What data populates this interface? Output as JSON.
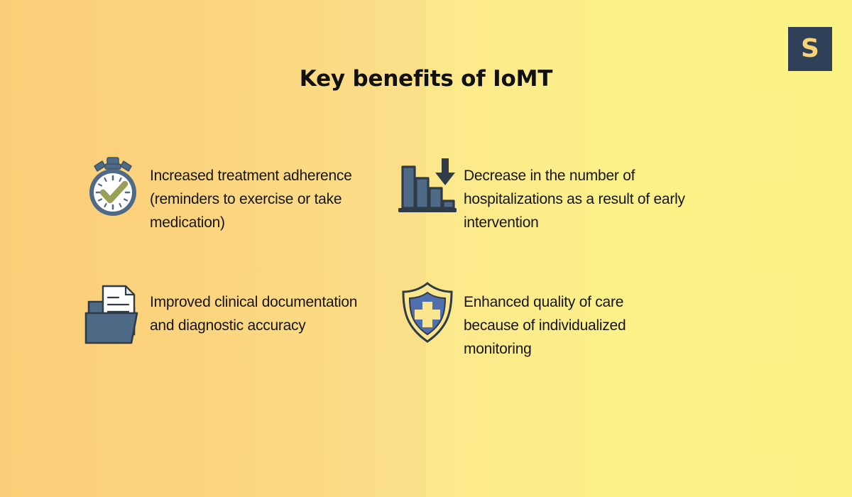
{
  "slide": {
    "title": "Key benefits of IoMT",
    "background": {
      "gradient_start": "#fccd78",
      "gradient_end": "#fcf387",
      "direction": "left-to-right"
    },
    "colors": {
      "logo_background": "#2f4158",
      "logo_letter": "#f8d477",
      "icon_slate": "#4f6a86",
      "icon_outline": "#2f3b46",
      "icon_accent_olive": "#9aa055",
      "text": "#151515"
    }
  },
  "logo": {
    "letter": "S",
    "name": "brand-logo"
  },
  "benefits": [
    {
      "icon": "stopwatch-check-icon",
      "text": "Increased treatment adherence (reminders to exercise or take medication)"
    },
    {
      "icon": "declining-bar-chart-arrow-down-icon",
      "text": "Decrease in the number of hospitalizations as a result of early intervention"
    },
    {
      "icon": "folder-document-icon",
      "text": "Improved clinical documentation and diagnostic accuracy"
    },
    {
      "icon": "shield-medical-cross-icon",
      "text": "Enhanced quality of care because of individualized monitoring"
    }
  ]
}
